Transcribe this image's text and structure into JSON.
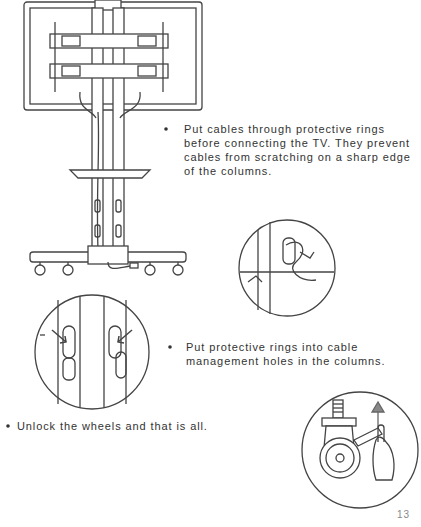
{
  "diagram": {
    "labels": [
      "Put cables through protective rings before connecting the TV. They prevent cables from scratching on a sharp edge of the columns.",
      "Put protective rings into cable management holes in the columns.",
      "Unlock the wheels and that is all.",
      "13"
    ]
  }
}
